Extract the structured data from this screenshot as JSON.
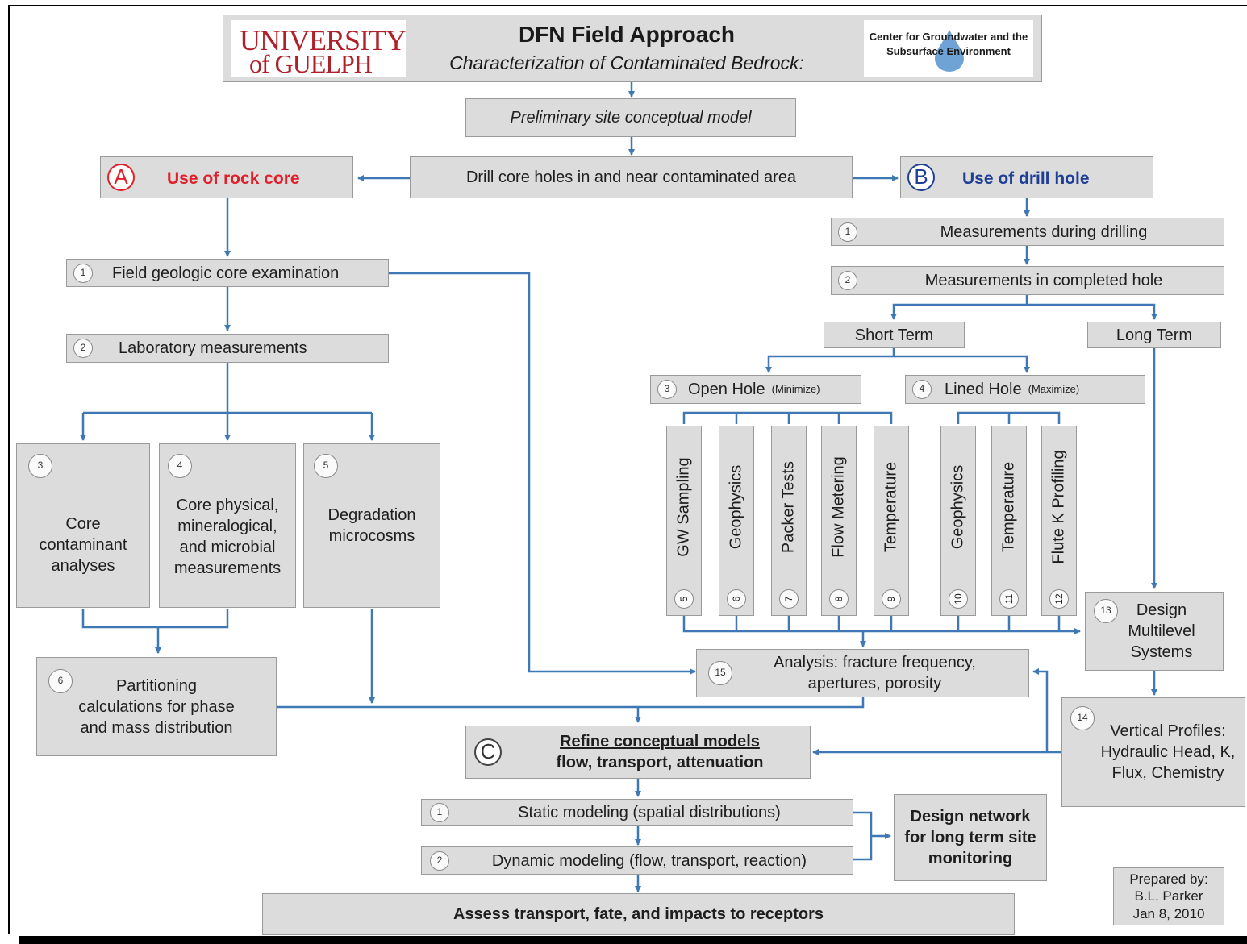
{
  "header": {
    "logo_left_line1": "UNIVERSITY",
    "logo_left_line2": "of GUELPH",
    "title": "DFN Field Approach",
    "subtitle": "Characterization of Contaminated Bedrock:",
    "logo_right": "Center for Groundwater and the Subsurface Environment"
  },
  "top": {
    "preliminary": "Preliminary site conceptual model",
    "drill": "Drill core holes in and near contaminated area"
  },
  "branch_a": {
    "letter": "A",
    "title": "Use of rock core",
    "items": [
      {
        "num": "1",
        "label": "Field geologic core examination"
      },
      {
        "num": "2",
        "label": "Laboratory measurements"
      },
      {
        "num": "3",
        "label": "Core contaminant analyses"
      },
      {
        "num": "4",
        "label": "Core physical, mineralogical, and microbial measurements"
      },
      {
        "num": "5",
        "label": "Degradation microcosms"
      },
      {
        "num": "6",
        "label": "Partitioning calculations for phase and mass distribution"
      }
    ]
  },
  "branch_b": {
    "letter": "B",
    "title": "Use of drill hole",
    "items": [
      {
        "num": "1",
        "label": "Measurements during drilling"
      },
      {
        "num": "2",
        "label": "Measurements in completed hole"
      }
    ],
    "short_term": "Short Term",
    "long_term": "Long Term",
    "open_hole": {
      "num": "3",
      "label": "Open Hole",
      "note": "(Minimize)"
    },
    "lined_hole": {
      "num": "4",
      "label": "Lined Hole",
      "note": "(Maximize)"
    },
    "columns": [
      {
        "num": "5",
        "label": "GW Sampling"
      },
      {
        "num": "6",
        "label": "Geophysics"
      },
      {
        "num": "7",
        "label": "Packer Tests"
      },
      {
        "num": "8",
        "label": "Flow Metering"
      },
      {
        "num": "9",
        "label": "Temperature"
      },
      {
        "num": "10",
        "label": "Geophysics"
      },
      {
        "num": "11",
        "label": "Temperature"
      },
      {
        "num": "12",
        "label": "Flute K Profiling"
      }
    ],
    "design_multilevel": {
      "num": "13",
      "label": "Design Multilevel Systems"
    },
    "vertical_profiles": {
      "num": "14",
      "label": "Vertical Profiles: Hydraulic Head, K, Flux, Chemistry"
    },
    "analysis": {
      "num": "15",
      "label": "Analysis: fracture frequency, apertures, porosity"
    }
  },
  "branch_c": {
    "letter": "C",
    "title": "Refine conceptual models",
    "subtitle": "flow, transport, attenuation",
    "items": [
      {
        "num": "1",
        "label": "Static modeling (spatial distributions)"
      },
      {
        "num": "2",
        "label": "Dynamic modeling (flow, transport, reaction)"
      }
    ],
    "network": "Design network for long term site monitoring",
    "assess": "Assess transport, fate, and impacts to receptors"
  },
  "credit": {
    "line1": "Prepared by:",
    "line2": "B.L. Parker",
    "line3": "Jan 8, 2010"
  },
  "colors": {
    "arrow": "#3f78b5",
    "box": "#dcdcdc",
    "border": "#9a9a9a",
    "red": "#e0202a",
    "blue": "#1f3f95"
  }
}
